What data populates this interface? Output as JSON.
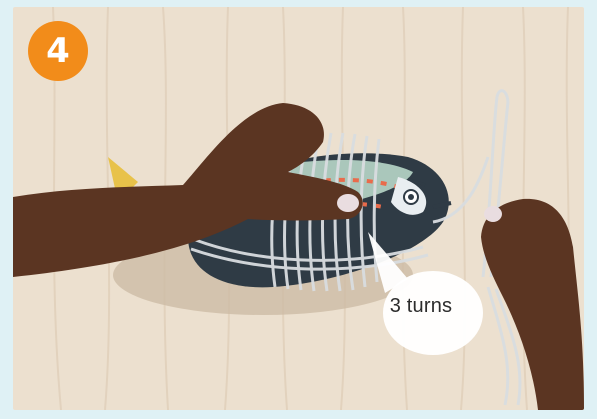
{
  "step": {
    "number": "4"
  },
  "callout": {
    "text": "3 turns"
  },
  "colors": {
    "background": "#dff1f5",
    "wood": "#ece0cf",
    "badge": "#f28c1a",
    "skin": "#5b3522",
    "twine": "#d9dde0",
    "fish_body": "#2f3b45",
    "callout": "#ffffff"
  },
  "icons": [
    "step-badge",
    "hand-icon",
    "fish-icon",
    "twine-icon"
  ]
}
